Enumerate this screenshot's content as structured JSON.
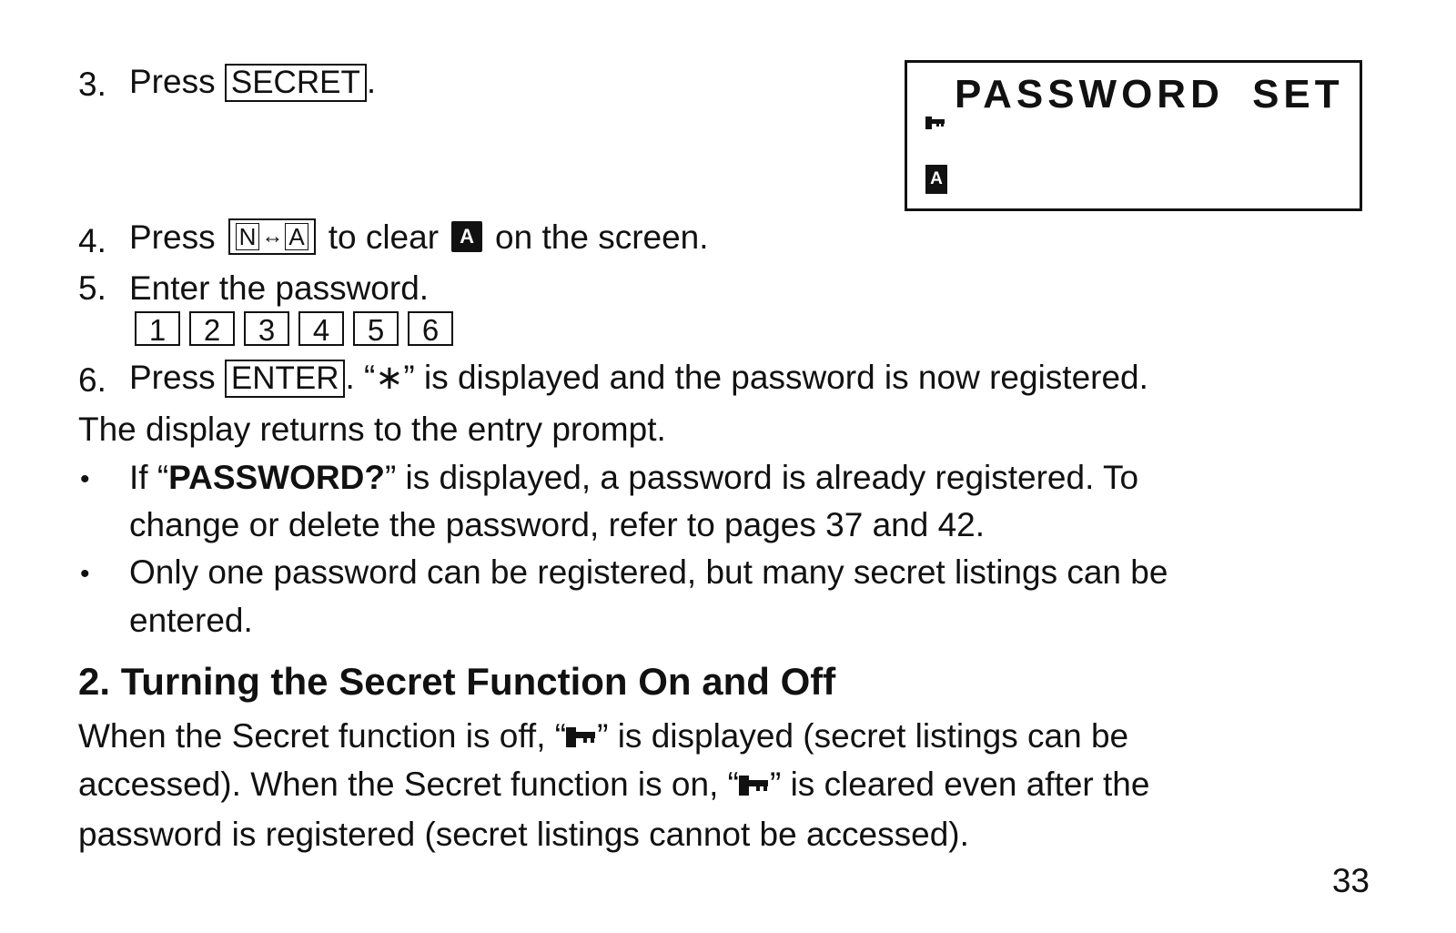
{
  "step3": {
    "number": "3.",
    "press": "Press",
    "key": "SECRET",
    "after": "."
  },
  "lcd": {
    "title": "PASSWORD SET",
    "mode_icon": "A"
  },
  "step4": {
    "number": "4.",
    "press": "Press",
    "key_left": "N",
    "key_arrow": "↔",
    "key_right": "A",
    "middle": "to clear",
    "icon": "A",
    "after": "on the screen."
  },
  "step5": {
    "number": "5.",
    "text": "Enter the password.",
    "keys": [
      "1",
      "2",
      "3",
      "4",
      "5",
      "6"
    ]
  },
  "step6": {
    "number": "6.",
    "press": "Press",
    "key": "ENTER",
    "after": ".  “∗” is displayed and the password is now registered."
  },
  "display_return": "The display returns to the entry prompt.",
  "bullet1": {
    "marker": "•",
    "pre": "If “",
    "bold": "PASSWORD?",
    "post": "” is displayed, a password is already registered. To",
    "line2": "change or delete the password, refer to pages 37 and 42."
  },
  "bullet2": {
    "marker": "•",
    "line1": "Only one password can be registered, but many secret listings can be",
    "line2": "entered."
  },
  "section": {
    "title": "2.  Turning the Secret Function On and Off"
  },
  "paragraph": {
    "l1_pre": "When the Secret function is off, “",
    "l1_post": "” is displayed (secret listings can be",
    "l2_pre": "accessed). When the Secret function is on, “",
    "l2_post": "” is cleared even after the",
    "l3": "password is registered (secret listings cannot be accessed)."
  },
  "page_number": "33",
  "icons": {
    "key": "key-icon",
    "mode": "a-mode-icon"
  }
}
